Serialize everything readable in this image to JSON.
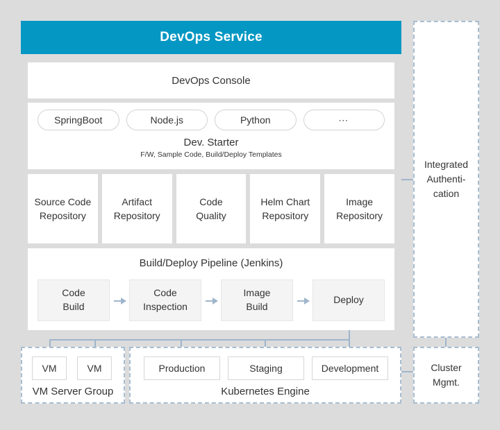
{
  "colors": {
    "background": "#dcdcdc",
    "header_blue": "#0497c4",
    "connector": "#9fb5cc",
    "dashed_border": "#a8bdd0",
    "card": "#ffffff",
    "step_fill": "#f4f4f4"
  },
  "header": {
    "title": "DevOps Service"
  },
  "console": {
    "title": "DevOps Console"
  },
  "starter": {
    "pills": [
      {
        "label": "SpringBoot"
      },
      {
        "label": "Node.js"
      },
      {
        "label": "Python"
      },
      {
        "label": "⋯"
      }
    ],
    "title": "Dev. Starter",
    "subtitle": "F/W, Sample Code, Build/Deploy Templates"
  },
  "repositories": [
    {
      "line1": "Source Code",
      "line2": "Repository"
    },
    {
      "line1": "Artifact",
      "line2": "Repository"
    },
    {
      "line1": "Code",
      "line2": "Quality"
    },
    {
      "line1": "Helm Chart",
      "line2": "Repository"
    },
    {
      "line1": "Image",
      "line2": "Repository"
    }
  ],
  "pipeline": {
    "title": "Build/Deploy Pipeline (Jenkins)",
    "steps": [
      {
        "line1": "Code",
        "line2": "Build"
      },
      {
        "line1": "Code",
        "line2": "Inspection"
      },
      {
        "line1": "Image",
        "line2": "Build"
      },
      {
        "line1": "Deploy",
        "line2": ""
      }
    ]
  },
  "vm_group": {
    "label": "VM Server Group",
    "nodes": [
      {
        "label": "VM"
      },
      {
        "label": "VM"
      }
    ]
  },
  "kubernetes_group": {
    "label": "Kubernetes Engine",
    "environments": [
      {
        "label": "Production"
      },
      {
        "label": "Staging"
      },
      {
        "label": "Development"
      }
    ]
  },
  "auth_panel": {
    "line1": "Integrated",
    "line2": "Authenti-",
    "line3": "cation"
  },
  "cluster_panel": {
    "line1": "Cluster",
    "line2": "Mgmt."
  }
}
